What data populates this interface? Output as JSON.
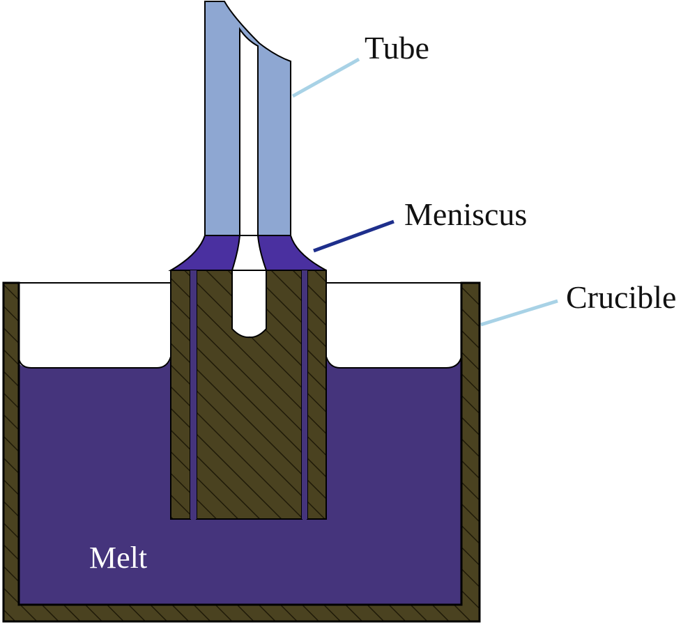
{
  "labels": {
    "tube": "Tube",
    "meniscus": "Meniscus",
    "crucible": "Crucible",
    "melt": "Melt"
  },
  "colors": {
    "melt": "#45347c",
    "meniscus": "#4a30a0",
    "tube": "#8ea7d2",
    "die_fill": "#4a4220",
    "hatch": "#1f1a08",
    "tube_leader": "#a8d2e6",
    "meniscus_leader": "#1e2f8c",
    "crucible_leader": "#a8d2e6",
    "outline": "#000000"
  }
}
